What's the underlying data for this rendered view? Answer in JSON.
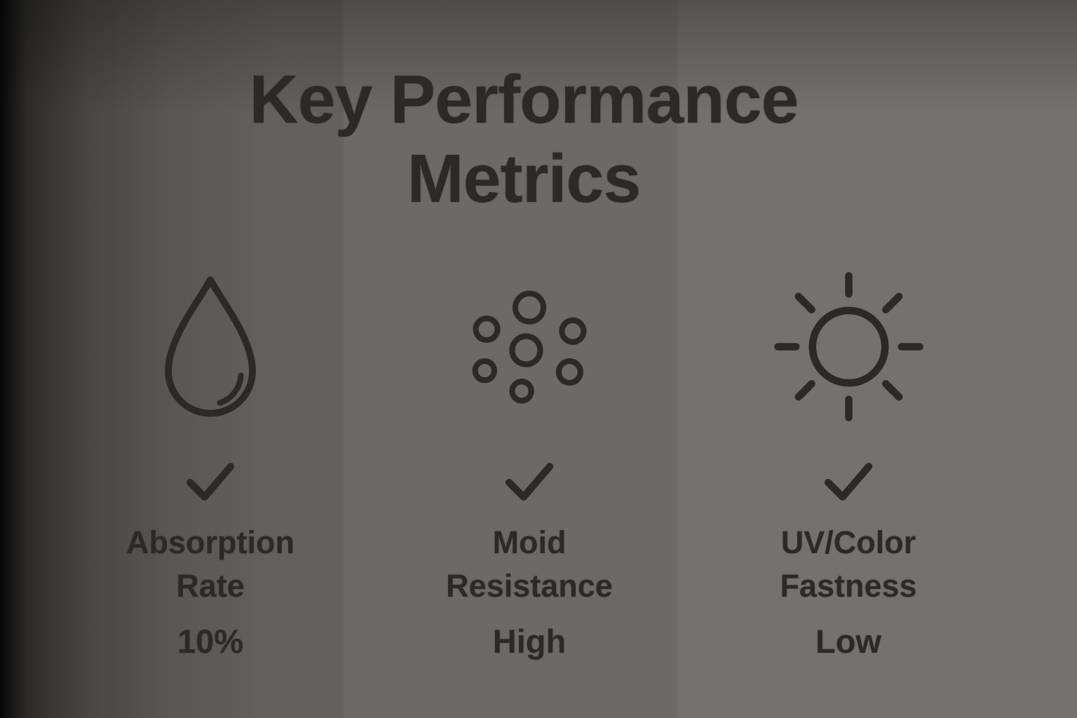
{
  "title": {
    "line1": "Key Performance",
    "line2": "Metrics"
  },
  "metrics": [
    {
      "icon": "water-drop-icon",
      "label_line1": "Absorption",
      "label_line2": "Rate",
      "value": "10%"
    },
    {
      "icon": "mold-spores-icon",
      "label_line1": "Moid",
      "label_line2": "Resistance",
      "value": "High"
    },
    {
      "icon": "sun-icon",
      "label_line1": "UV/Color",
      "label_line2": "Fastness",
      "value": "Low"
    }
  ],
  "colors": {
    "ink": "#2b2a27",
    "background": "#6e6c68"
  }
}
